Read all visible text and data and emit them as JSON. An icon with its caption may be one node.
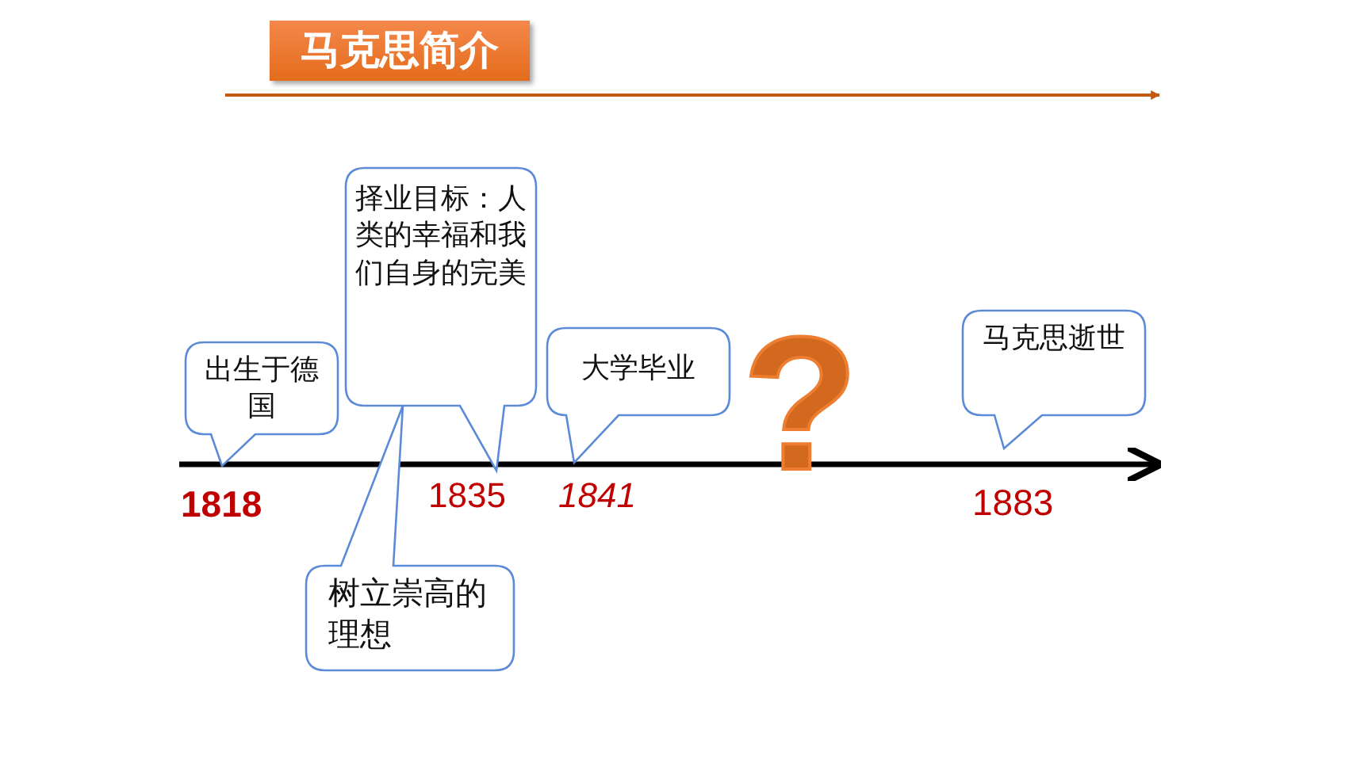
{
  "diagram": {
    "title": "马克思简介",
    "nodes": [
      {
        "text": [
          "出生于德国"
        ]
      },
      {
        "text": [
          "择业目标：人类的幸福和我们自身的完美"
        ]
      },
      {
        "text": [
          "树立崇高的理想"
        ]
      },
      {
        "text": [
          "大学毕业"
        ]
      },
      {
        "text": [
          "马克思逝世"
        ]
      }
    ],
    "labels": [
      "1818",
      "1835",
      "1841",
      "?",
      "1883"
    ]
  }
}
